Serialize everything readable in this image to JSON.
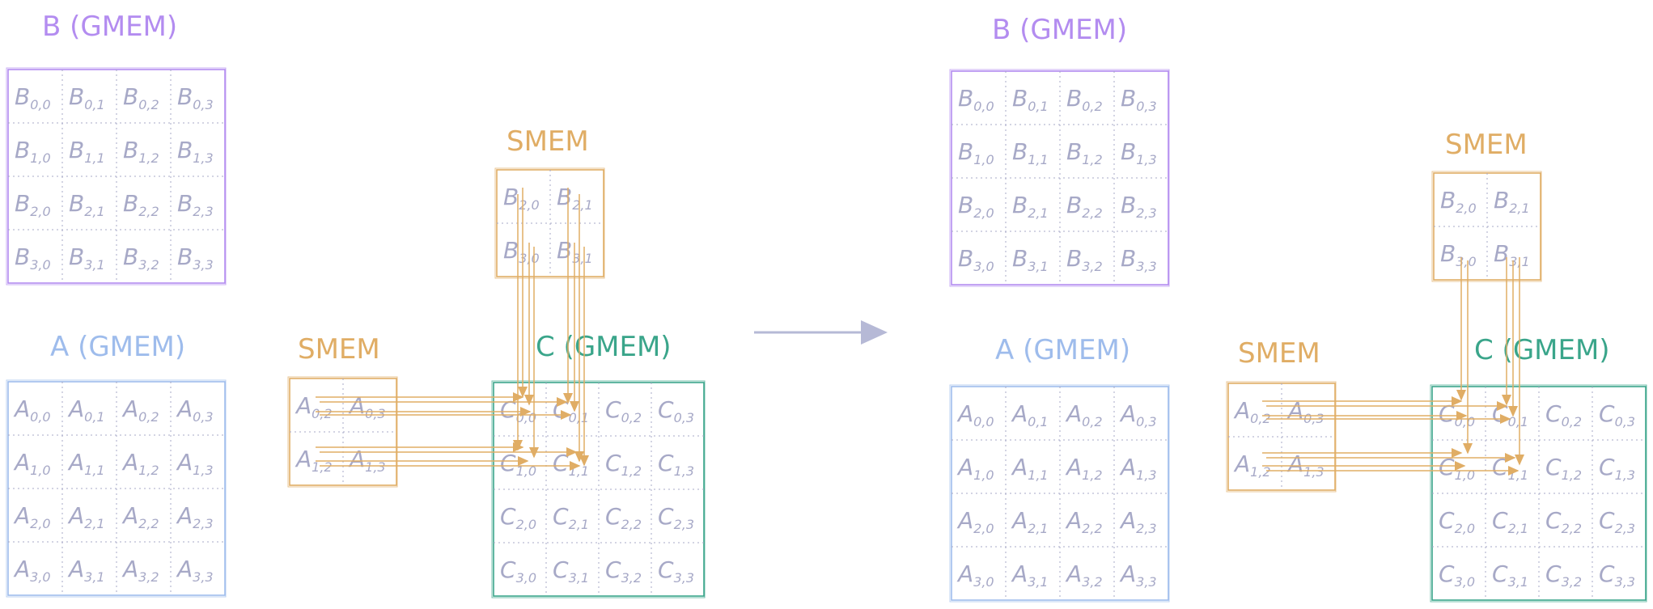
{
  "colors": {
    "b": "#b38cf0",
    "a": "#9ebcec",
    "smem": "#e0ad65",
    "c": "#3aa58a",
    "cell_text": "#a7a9c7",
    "divider": "#a7a9c7",
    "transition_arrow": "#b6b9d6"
  },
  "left": {
    "b_title": "B (GMEM)",
    "a_title": "A (GMEM)",
    "c_title": "C (GMEM)",
    "smem_b_title": "SMEM",
    "smem_a_title": "SMEM"
  },
  "right": {
    "b_title": "B (GMEM)",
    "a_title": "A (GMEM)",
    "c_title": "C (GMEM)",
    "smem_b_title": "SMEM",
    "smem_a_title": "SMEM"
  },
  "matrices": {
    "b": [
      [
        {
          "l": "B",
          "s": "0,0"
        },
        {
          "l": "B",
          "s": "0,1"
        },
        {
          "l": "B",
          "s": "0,2"
        },
        {
          "l": "B",
          "s": "0,3"
        }
      ],
      [
        {
          "l": "B",
          "s": "1,0"
        },
        {
          "l": "B",
          "s": "1,1"
        },
        {
          "l": "B",
          "s": "1,2"
        },
        {
          "l": "B",
          "s": "1,3"
        }
      ],
      [
        {
          "l": "B",
          "s": "2,0"
        },
        {
          "l": "B",
          "s": "2,1"
        },
        {
          "l": "B",
          "s": "2,2"
        },
        {
          "l": "B",
          "s": "2,3"
        }
      ],
      [
        {
          "l": "B",
          "s": "3,0"
        },
        {
          "l": "B",
          "s": "3,1"
        },
        {
          "l": "B",
          "s": "3,2"
        },
        {
          "l": "B",
          "s": "3,3"
        }
      ]
    ],
    "a": [
      [
        {
          "l": "A",
          "s": "0,0"
        },
        {
          "l": "A",
          "s": "0,1"
        },
        {
          "l": "A",
          "s": "0,2"
        },
        {
          "l": "A",
          "s": "0,3"
        }
      ],
      [
        {
          "l": "A",
          "s": "1,0"
        },
        {
          "l": "A",
          "s": "1,1"
        },
        {
          "l": "A",
          "s": "1,2"
        },
        {
          "l": "A",
          "s": "1,3"
        }
      ],
      [
        {
          "l": "A",
          "s": "2,0"
        },
        {
          "l": "A",
          "s": "2,1"
        },
        {
          "l": "A",
          "s": "2,2"
        },
        {
          "l": "A",
          "s": "2,3"
        }
      ],
      [
        {
          "l": "A",
          "s": "3,0"
        },
        {
          "l": "A",
          "s": "3,1"
        },
        {
          "l": "A",
          "s": "3,2"
        },
        {
          "l": "A",
          "s": "3,3"
        }
      ]
    ],
    "c": [
      [
        {
          "l": "C",
          "s": "0,0"
        },
        {
          "l": "C",
          "s": "0,1"
        },
        {
          "l": "C",
          "s": "0,2"
        },
        {
          "l": "C",
          "s": "0,3"
        }
      ],
      [
        {
          "l": "C",
          "s": "1,0"
        },
        {
          "l": "C",
          "s": "1,1"
        },
        {
          "l": "C",
          "s": "1,2"
        },
        {
          "l": "C",
          "s": "1,3"
        }
      ],
      [
        {
          "l": "C",
          "s": "2,0"
        },
        {
          "l": "C",
          "s": "2,1"
        },
        {
          "l": "C",
          "s": "2,2"
        },
        {
          "l": "C",
          "s": "2,3"
        }
      ],
      [
        {
          "l": "C",
          "s": "3,0"
        },
        {
          "l": "C",
          "s": "3,1"
        },
        {
          "l": "C",
          "s": "3,2"
        },
        {
          "l": "C",
          "s": "3,3"
        }
      ]
    ],
    "smem_b": [
      [
        {
          "l": "B",
          "s": "2,0"
        },
        {
          "l": "B",
          "s": "2,1"
        }
      ],
      [
        {
          "l": "B",
          "s": "3,0"
        },
        {
          "l": "B",
          "s": "3,1"
        }
      ]
    ],
    "smem_a": [
      [
        {
          "l": "A",
          "s": "0,2"
        },
        {
          "l": "A",
          "s": "0,3"
        }
      ],
      [
        {
          "l": "A",
          "s": "1,2"
        },
        {
          "l": "A",
          "s": "1,3"
        }
      ]
    ]
  }
}
